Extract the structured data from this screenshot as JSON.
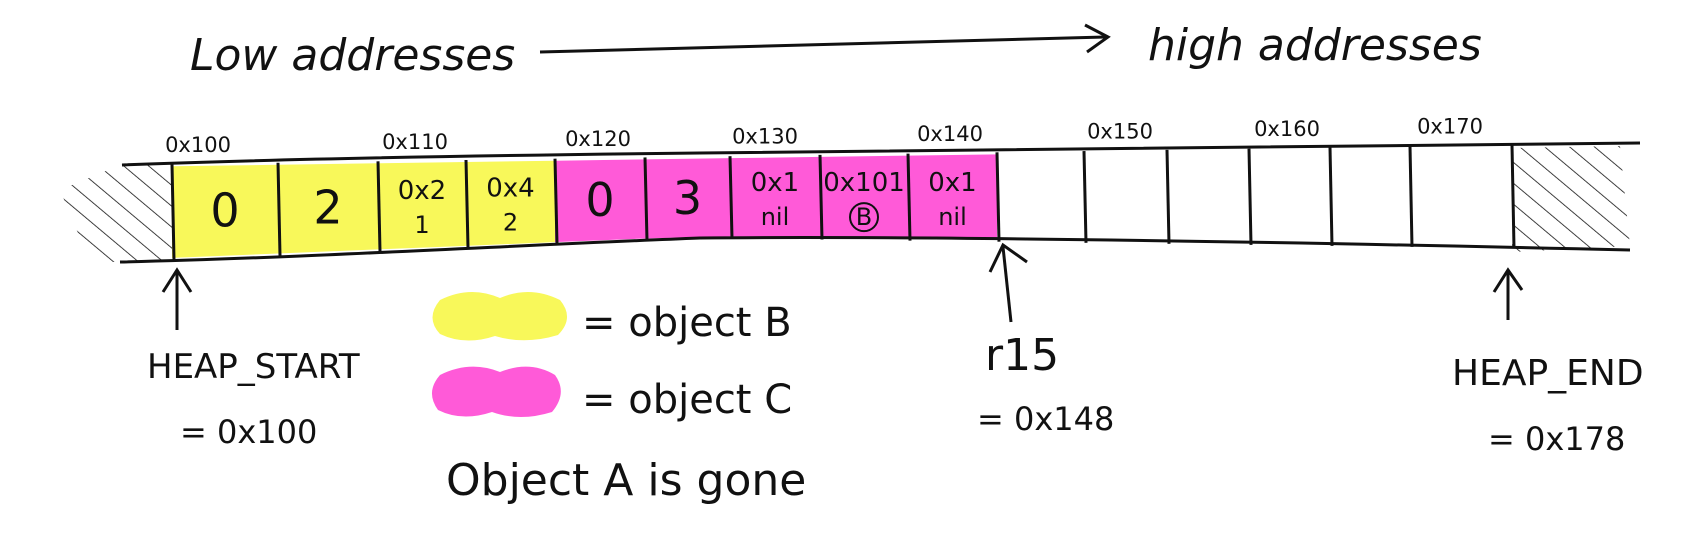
{
  "header": {
    "low_label": "Low addresses",
    "high_label": "high addresses"
  },
  "colors": {
    "object_b": "#f8f85a",
    "object_c": "#ff5ad8",
    "ink": "#111111"
  },
  "addresses": [
    "0x100",
    "0x110",
    "0x120",
    "0x130",
    "0x140",
    "0x150",
    "0x160",
    "0x170"
  ],
  "cells": [
    {
      "line1": "0",
      "line2": "",
      "fill": "object_b"
    },
    {
      "line1": "2",
      "line2": "",
      "fill": "object_b"
    },
    {
      "line1": "0x2",
      "line2": "1",
      "fill": "object_b"
    },
    {
      "line1": "0x4",
      "line2": "2",
      "fill": "object_b"
    },
    {
      "line1": "0",
      "line2": "",
      "fill": "object_c"
    },
    {
      "line1": "3",
      "line2": "",
      "fill": "object_c"
    },
    {
      "line1": "0x1",
      "line2": "nil",
      "fill": "object_c"
    },
    {
      "line1": "0x101",
      "line2": "B",
      "fill": "object_c"
    },
    {
      "line1": "0x1",
      "line2": "nil",
      "fill": "object_c"
    },
    {
      "line1": "",
      "line2": "",
      "fill": "none"
    },
    {
      "line1": "",
      "line2": "",
      "fill": "none"
    },
    {
      "line1": "",
      "line2": "",
      "fill": "none"
    },
    {
      "line1": "",
      "line2": "",
      "fill": "none"
    },
    {
      "line1": "",
      "line2": "",
      "fill": "none"
    },
    {
      "line1": "",
      "line2": "",
      "fill": "none"
    },
    {
      "line1": "",
      "line2": "",
      "fill": "none"
    }
  ],
  "markers": {
    "heap_start": {
      "name": "HEAP_START",
      "value": "= 0x100"
    },
    "r15": {
      "name": "r15",
      "value": "= 0x148"
    },
    "heap_end": {
      "name": "HEAP_END",
      "value": "= 0x178"
    }
  },
  "legend": {
    "object_b": "= object B",
    "object_c": "= object C",
    "note": "Object A is gone"
  }
}
